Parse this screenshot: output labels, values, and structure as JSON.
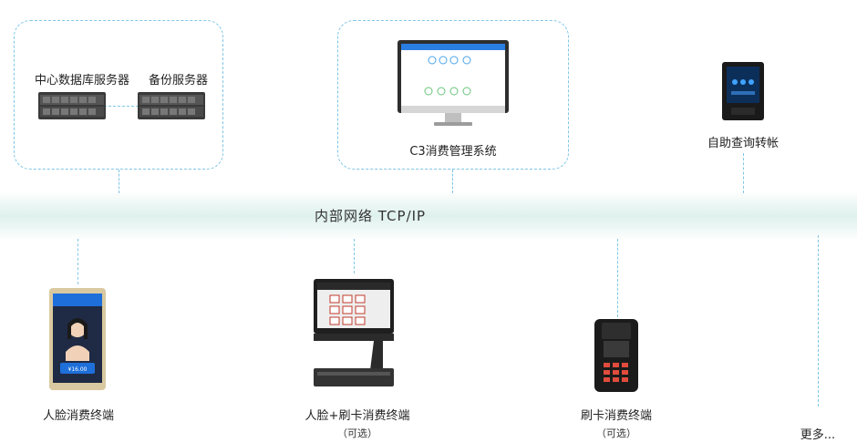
{
  "servers": {
    "center_label": "中心数据库服务器",
    "backup_label": "备份服务器"
  },
  "management": {
    "label": "C3消费管理系统"
  },
  "kiosk": {
    "label": "自助查询转帐"
  },
  "network": {
    "label": "内部网络  TCP/IP"
  },
  "terminals": [
    {
      "label": "人脸消费终端",
      "note": "",
      "screen_amount": "¥16.00"
    },
    {
      "label": "人脸+刷卡消费终端",
      "note": "（可选）"
    },
    {
      "label": "刷卡消费终端",
      "note": "（可选）"
    },
    {
      "label": "更多...",
      "note": ""
    }
  ],
  "colors": {
    "dash": "#7fc6e6",
    "band": "#dff1ee",
    "device_dark": "#2b2b2b",
    "screen_blue": "#1e6fd9"
  }
}
